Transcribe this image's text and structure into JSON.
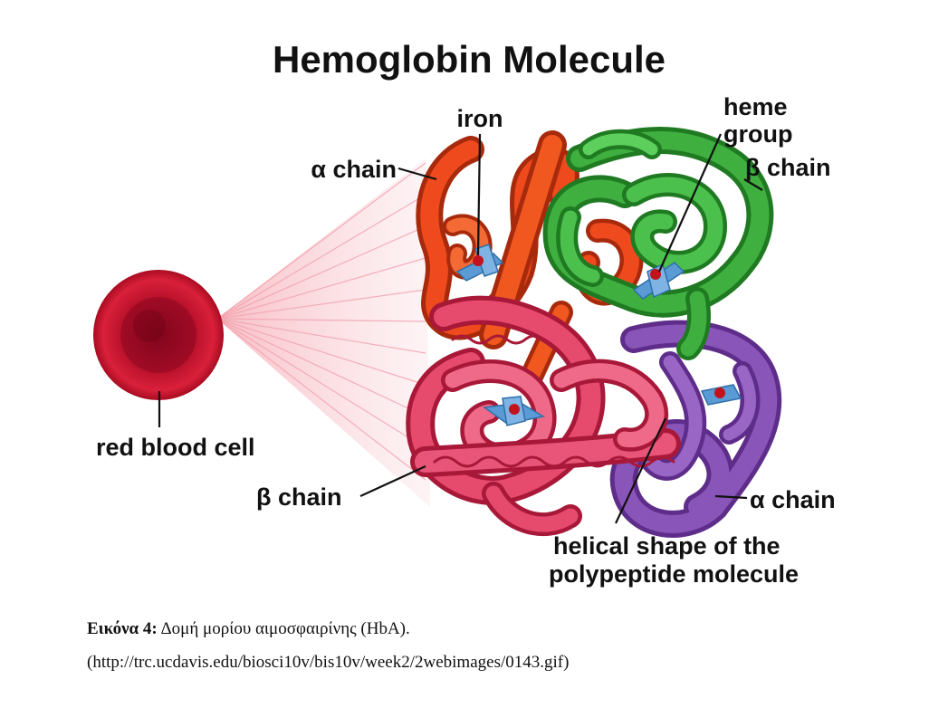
{
  "figure": {
    "title": "Hemoglobin Molecule",
    "labels": {
      "iron": "iron",
      "alpha_chain_top": "α chain",
      "heme_group_line1": "heme",
      "heme_group_line2": "group",
      "beta_chain_right": "β chain",
      "red_blood_cell": "red blood cell",
      "beta_chain_left": "β chain",
      "alpha_chain_bottom": "α chain",
      "helical_line1": "helical shape of the",
      "helical_line2": "polypeptide molecule"
    },
    "colors": {
      "alpha_chain_top": "#e8421c",
      "beta_chain_right": "#3aa33a",
      "beta_chain_left": "#e03a5e",
      "alpha_chain_bottom": "#7b46a6",
      "red_blood_cell": "#c0102a",
      "heme": "#5b9bd5",
      "iron": "#c4121c"
    }
  },
  "caption": {
    "label": "Εικόνα 4:",
    "text": " Δομή μορίου αιμοσφαιρίνης (HbA).",
    "source": "(http://trc.ucdavis.edu/biosci10v/bis10v/week2/2webimages/0143.gif)"
  }
}
